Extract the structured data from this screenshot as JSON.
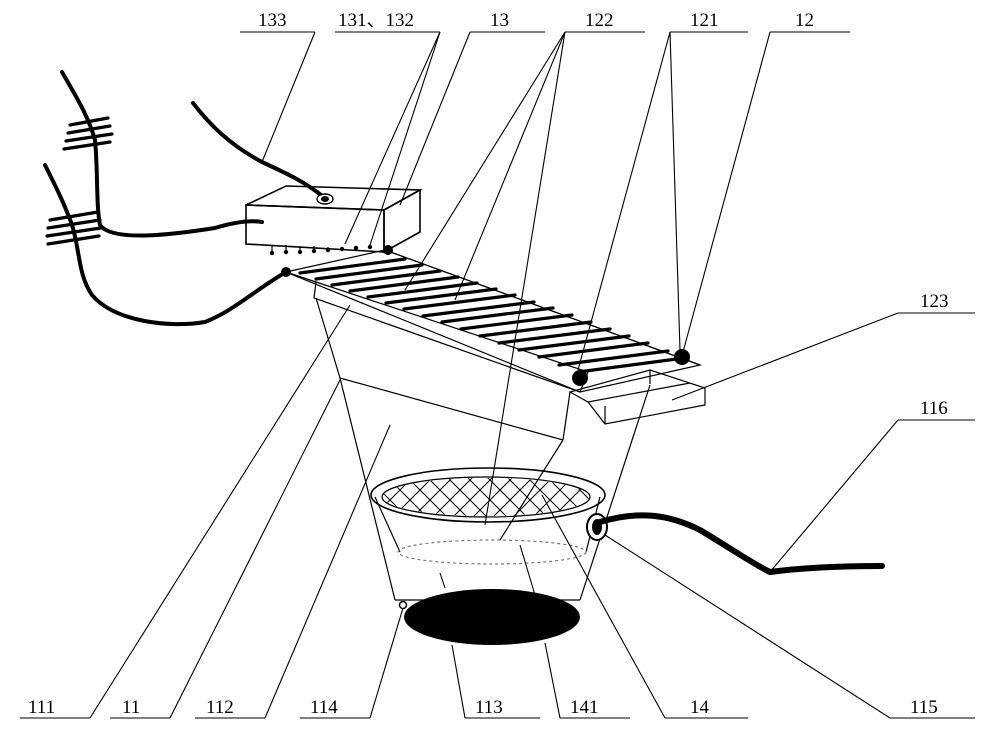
{
  "labels": {
    "l133": "133",
    "l131_132": "131、132",
    "l13": "13",
    "l122": "122",
    "l121": "121",
    "l12": "12",
    "l123": "123",
    "l116": "116",
    "l111": "111",
    "l11": "11",
    "l112": "112",
    "l114": "114",
    "l113": "113",
    "l141": "141",
    "l14": "14",
    "l115": "115"
  }
}
